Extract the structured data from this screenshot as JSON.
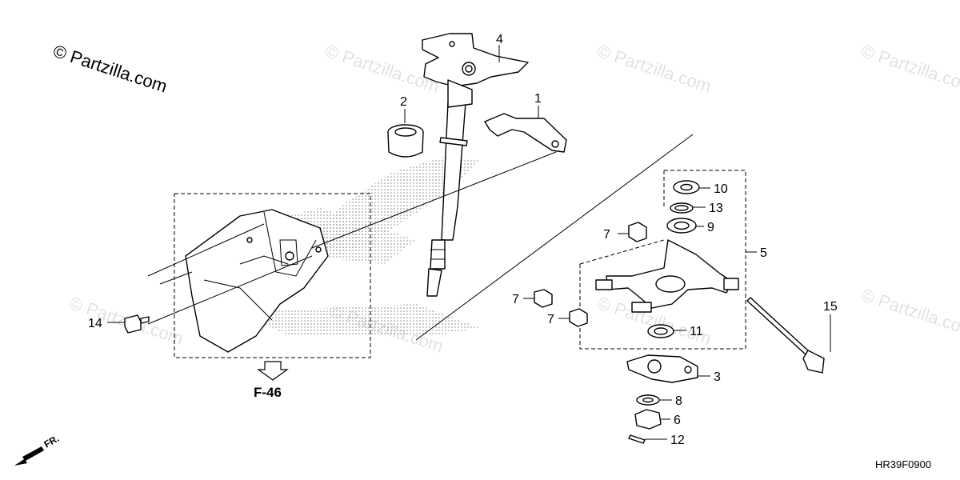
{
  "watermark": {
    "main": "© Partzilla.com",
    "repeat": "© Partzilla.com"
  },
  "diagram_code": "HR39F0900",
  "reference": {
    "label": "F-46"
  },
  "direction": {
    "label": "FR."
  },
  "callouts": [
    {
      "id": "1",
      "label": "1"
    },
    {
      "id": "2",
      "label": "2"
    },
    {
      "id": "3",
      "label": "3"
    },
    {
      "id": "4",
      "label": "4"
    },
    {
      "id": "5",
      "label": "5"
    },
    {
      "id": "6",
      "label": "6"
    },
    {
      "id": "7a",
      "label": "7"
    },
    {
      "id": "7b",
      "label": "7"
    },
    {
      "id": "7c",
      "label": "7"
    },
    {
      "id": "8",
      "label": "8"
    },
    {
      "id": "9",
      "label": "9"
    },
    {
      "id": "10",
      "label": "10"
    },
    {
      "id": "11",
      "label": "11"
    },
    {
      "id": "12",
      "label": "12"
    },
    {
      "id": "13",
      "label": "13"
    },
    {
      "id": "14",
      "label": "14"
    },
    {
      "id": "15",
      "label": "15"
    }
  ],
  "colors": {
    "line": "#000000",
    "watermark": "#e2e2e2",
    "stipple": "#9a9a9a"
  }
}
